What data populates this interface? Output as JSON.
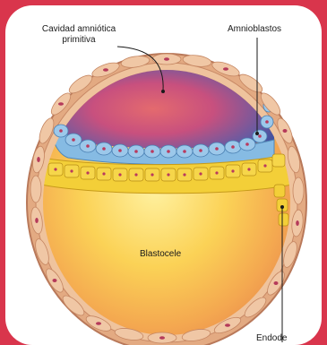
{
  "labels": {
    "cavity_line1": "Cavidad amniótica",
    "cavity_line2": "primitiva",
    "amnioblasts": "Amnioblastos",
    "blastocele": "Blastocele",
    "endoderm_partial": "Endode"
  },
  "colors": {
    "frame": "#d9354c",
    "trophoblast": "#e6b48c",
    "trophoblast_nucleus": "#b53a5a",
    "amnioblast": "#7fb6e0",
    "epiblast_hypoblast": "#f2cf34",
    "cavity_center": "#d9567a",
    "cavity_edge": "#3f5aa6",
    "blastocele_center": "#fbe16a",
    "blastocele_edge": "#f0a35a"
  }
}
